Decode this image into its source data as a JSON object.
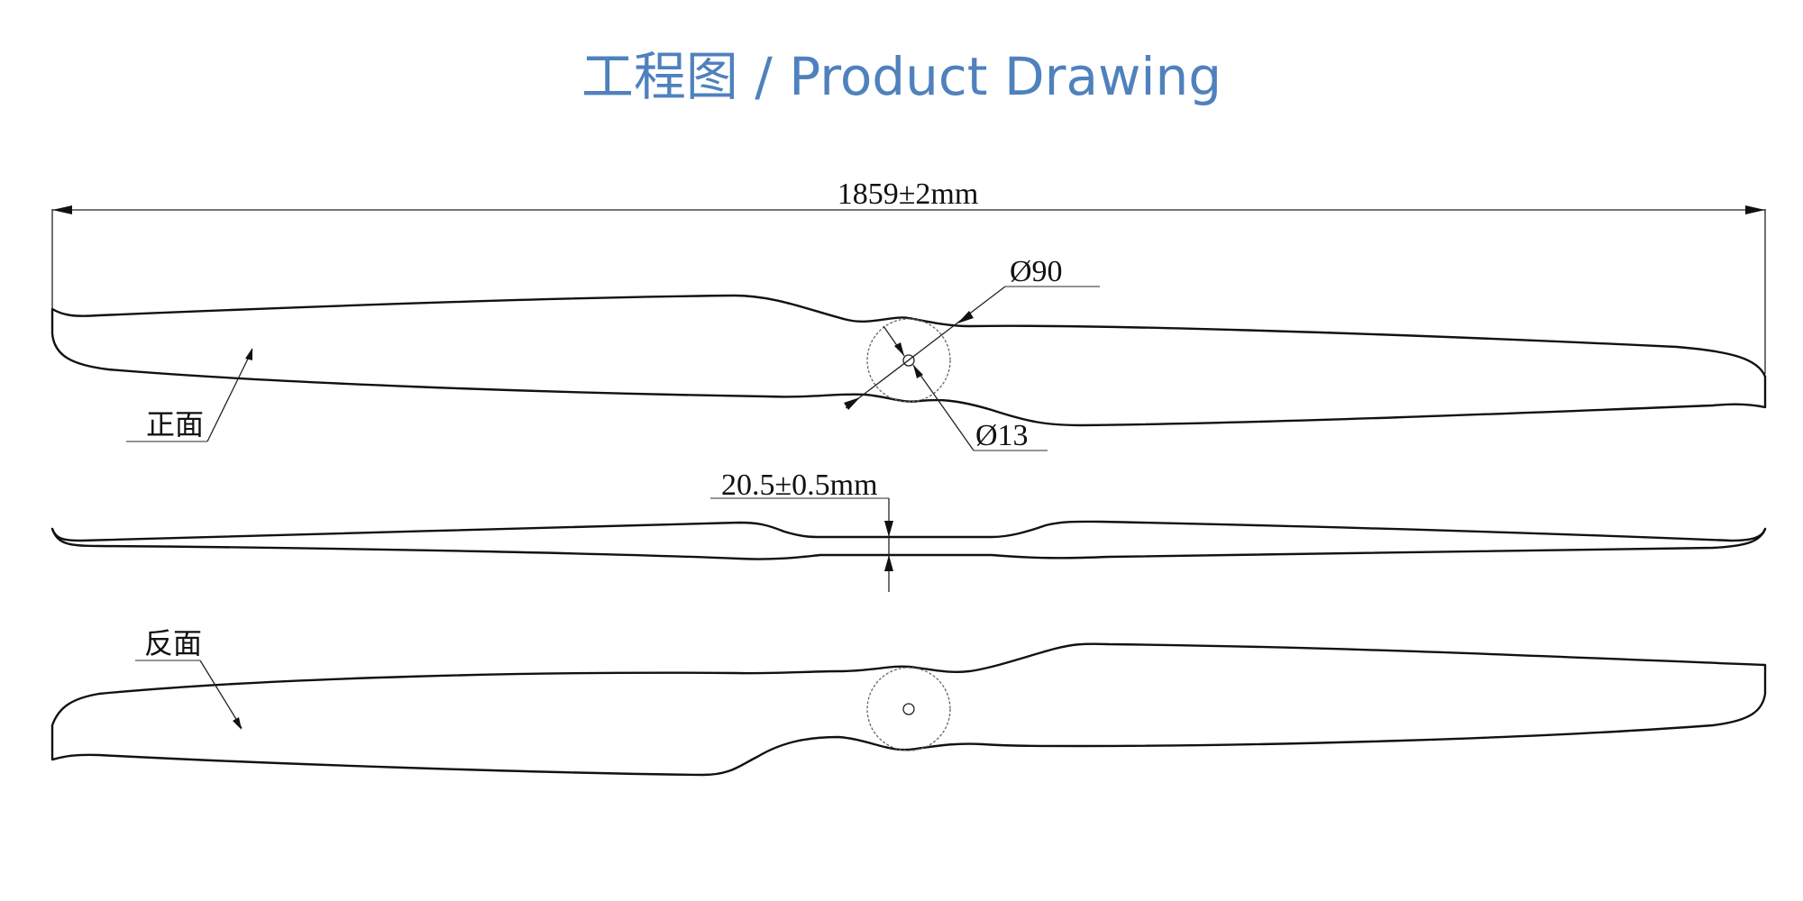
{
  "header": {
    "title": "工程图 / Product Drawing",
    "title_color": "#4f81bd"
  },
  "drawing": {
    "overall_length": "1859±2mm",
    "hub_diameter": "Ø90",
    "bore_diameter": "Ø13",
    "hub_thickness": "20.5±0.5mm",
    "front_label": "正面",
    "back_label": "反面",
    "views": [
      {
        "name": "front-view",
        "label": "正面"
      },
      {
        "name": "side-view",
        "label": "20.5±0.5mm"
      },
      {
        "name": "back-view",
        "label": "反面"
      }
    ]
  }
}
